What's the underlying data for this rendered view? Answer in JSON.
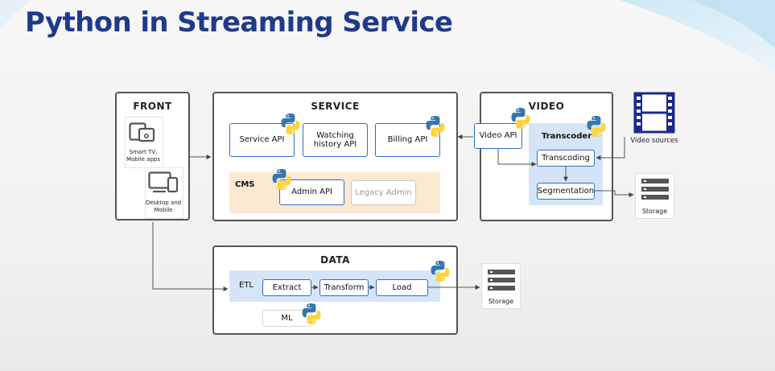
{
  "title": "Python in Streaming Service",
  "groups": {
    "front": {
      "title": "FRONT"
    },
    "service": {
      "title": "SERVICE"
    },
    "video": {
      "title": "VIDEO"
    },
    "data": {
      "title": "DATA"
    }
  },
  "front": {
    "smart_tv": "Smart TV,\nMobile apps",
    "desktop": "Desktop and\nMobile"
  },
  "service": {
    "service_api": "Service API",
    "watching_history_api": "Watching\nhistory API",
    "billing_api": "Billing API",
    "cms_label": "CMS",
    "admin_api": "Admin API",
    "legacy_admin": "Legacy Admin"
  },
  "video": {
    "video_api": "Video API",
    "transcoder_label": "Transcoder",
    "transcoding": "Transcoding",
    "segmentation": "Segmentation",
    "video_sources": "Video sources",
    "storage": "Storage"
  },
  "data": {
    "etl_label": "ETL",
    "extract": "Extract",
    "transform": "Transform",
    "load": "Load",
    "ml": "ML",
    "storage": "Storage"
  },
  "colors": {
    "title": "#1f3a8a",
    "pill_border": "#2f6ec7",
    "cms_zone": "#fbe9d2",
    "blue_zone": "#d5e5f7",
    "python_blue": "#3776ab",
    "python_yellow": "#ffd43b",
    "filmstrip": "#1c2a8a"
  },
  "icons": [
    "python-logo-icon",
    "tv-phone-icon",
    "desktop-phone-icon",
    "film-strip-icon",
    "storage-server-icon",
    "corner-swoosh"
  ]
}
